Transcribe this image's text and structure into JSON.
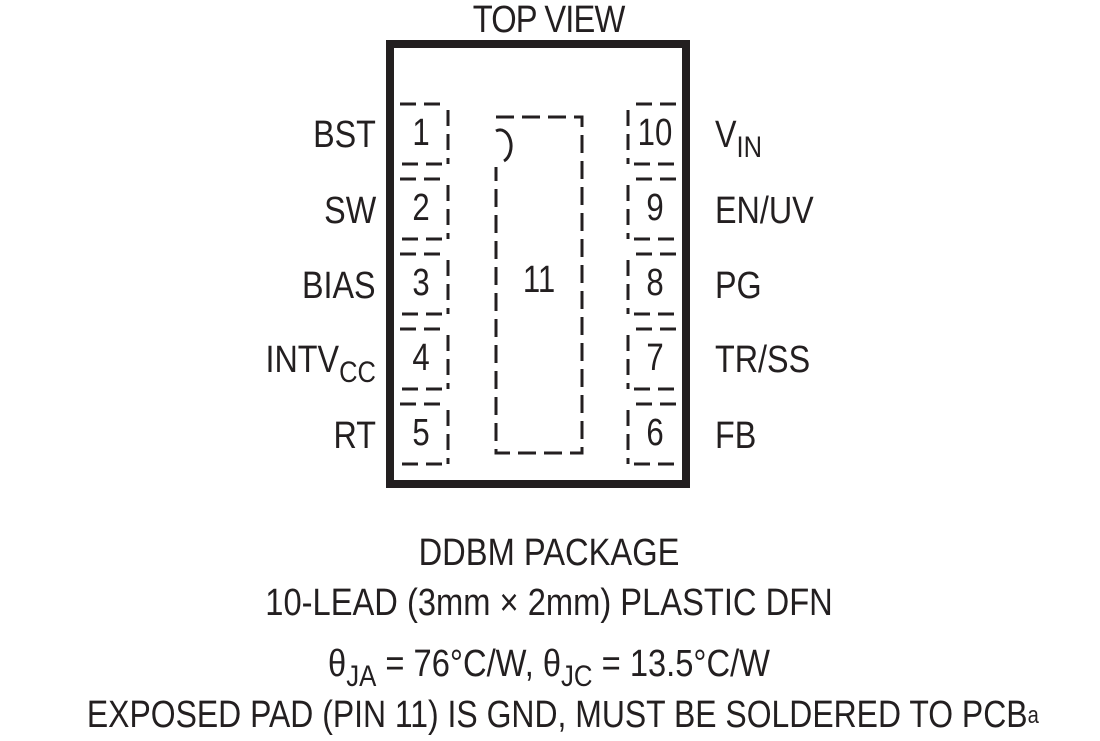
{
  "diagram": {
    "title": "TOP VIEW",
    "package_outline_color": "#231f20",
    "left_pins": [
      {
        "number": "1",
        "name": "BST",
        "sub": ""
      },
      {
        "number": "2",
        "name": "SW",
        "sub": ""
      },
      {
        "number": "3",
        "name": "BIAS",
        "sub": ""
      },
      {
        "number": "4",
        "name": "INTV",
        "sub": "CC"
      },
      {
        "number": "5",
        "name": "RT",
        "sub": ""
      }
    ],
    "right_pins": [
      {
        "number": "10",
        "name": "V",
        "sub": "IN"
      },
      {
        "number": "9",
        "name": "EN/UV",
        "sub": ""
      },
      {
        "number": "8",
        "name": "PG",
        "sub": ""
      },
      {
        "number": "7",
        "name": "TR/SS",
        "sub": ""
      },
      {
        "number": "6",
        "name": "FB",
        "sub": ""
      }
    ],
    "exposed_pad": {
      "number": "11"
    }
  },
  "footer": {
    "package_name": "DDBM PACKAGE",
    "package_desc": "10-LEAD (3mm × 2mm) PLASTIC DFN",
    "theta_ja_symbol": "θ",
    "theta_ja_sub": "JA",
    "theta_ja_value": " = 76°C/W, ",
    "theta_jc_symbol": "θ",
    "theta_jc_sub": "JC",
    "theta_jc_value": " = 13.5°C/W",
    "exposed_pad_note": "EXPOSED PAD (PIN 11) IS GND, MUST BE SOLDERED TO PCB",
    "footnote_mark": "a"
  }
}
